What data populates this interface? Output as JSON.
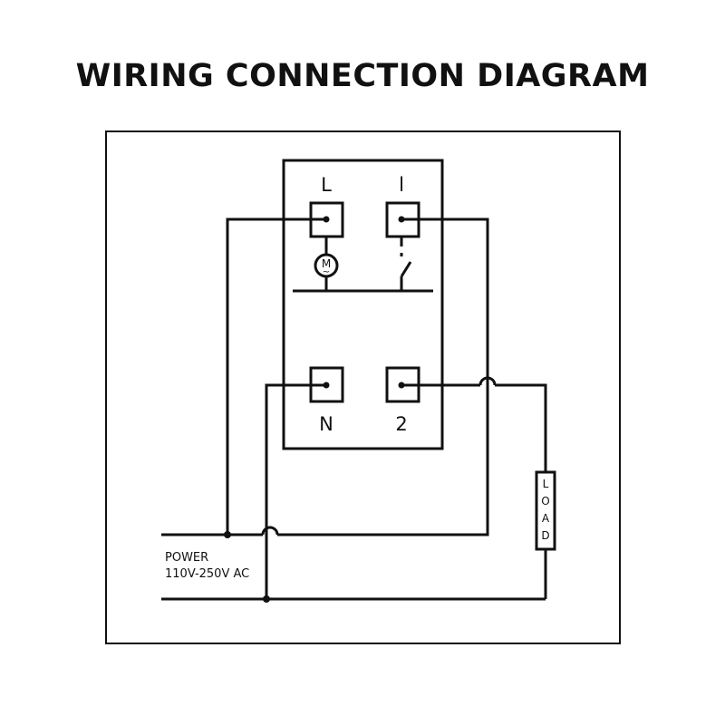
{
  "title": "WIRING CONNECTION DIAGRAM",
  "terminals": {
    "top_left": "L",
    "top_right": "l",
    "bottom_left": "N",
    "bottom_right": "2"
  },
  "motor": {
    "letter": "M",
    "tilde": "~"
  },
  "power": {
    "line1": "POWER",
    "line2": "110V-250V AC"
  },
  "load": {
    "letters": [
      "L",
      "O",
      "A",
      "D"
    ]
  }
}
